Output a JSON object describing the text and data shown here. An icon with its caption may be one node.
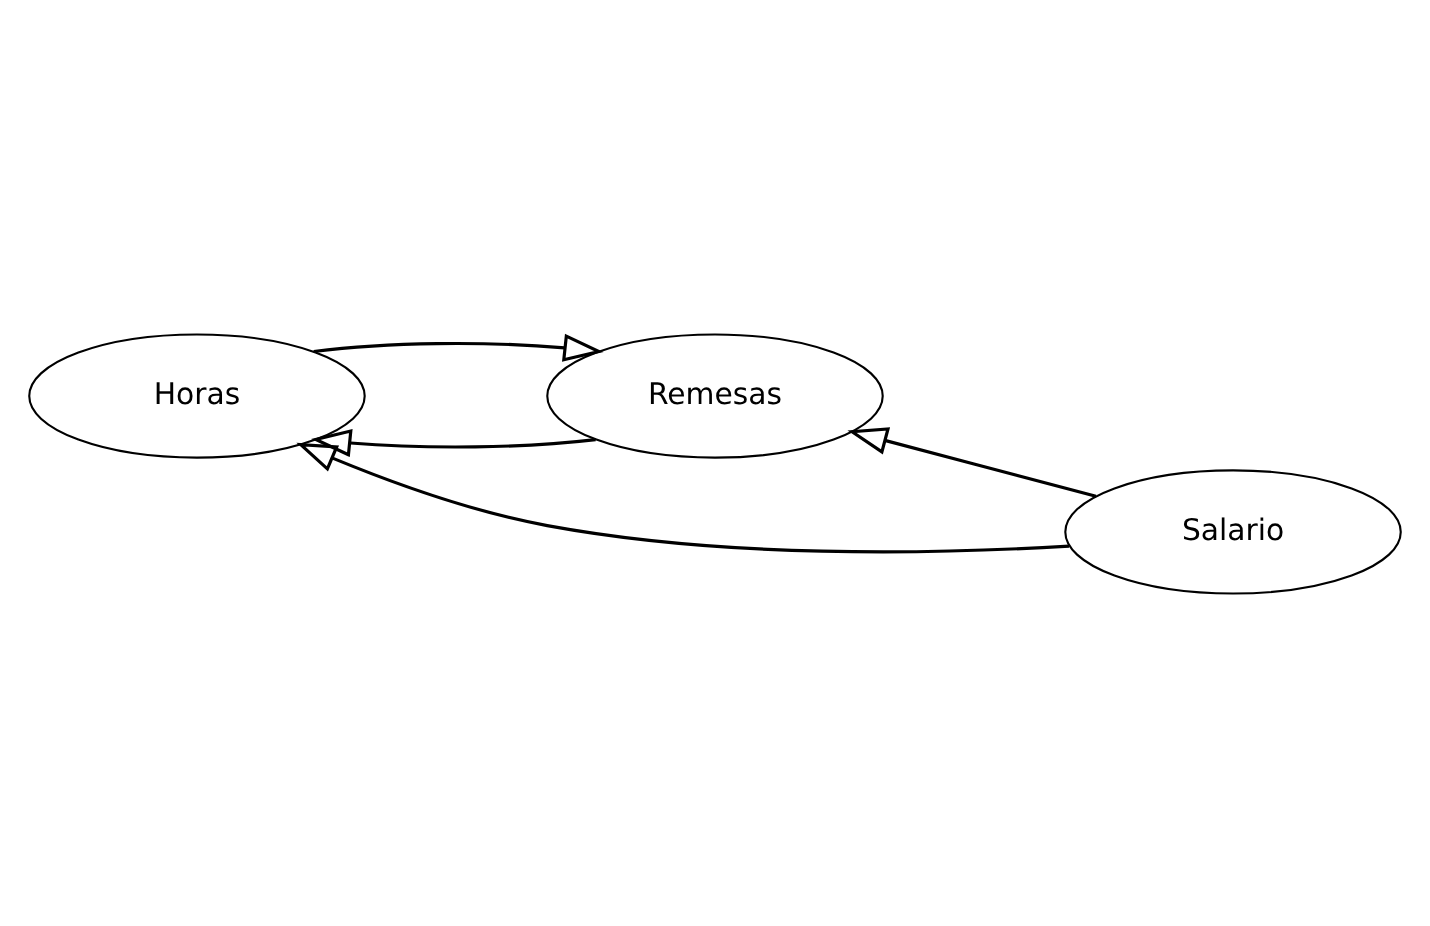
{
  "diagram": {
    "nodes": [
      {
        "text": [
          "Remesas"
        ]
      },
      {
        "text": [
          "Horas"
        ]
      },
      {
        "text": [
          "Salario"
        ]
      }
    ],
    "edges": [
      {
        "from": 2,
        "to": 0,
        "arrow": "to"
      },
      {
        "from": 0,
        "to": 1,
        "arrow": "to"
      },
      {
        "from": 1,
        "to": 0,
        "arrow": "to"
      },
      {
        "from": 2,
        "to": 1,
        "arrow": "to"
      }
    ]
  }
}
